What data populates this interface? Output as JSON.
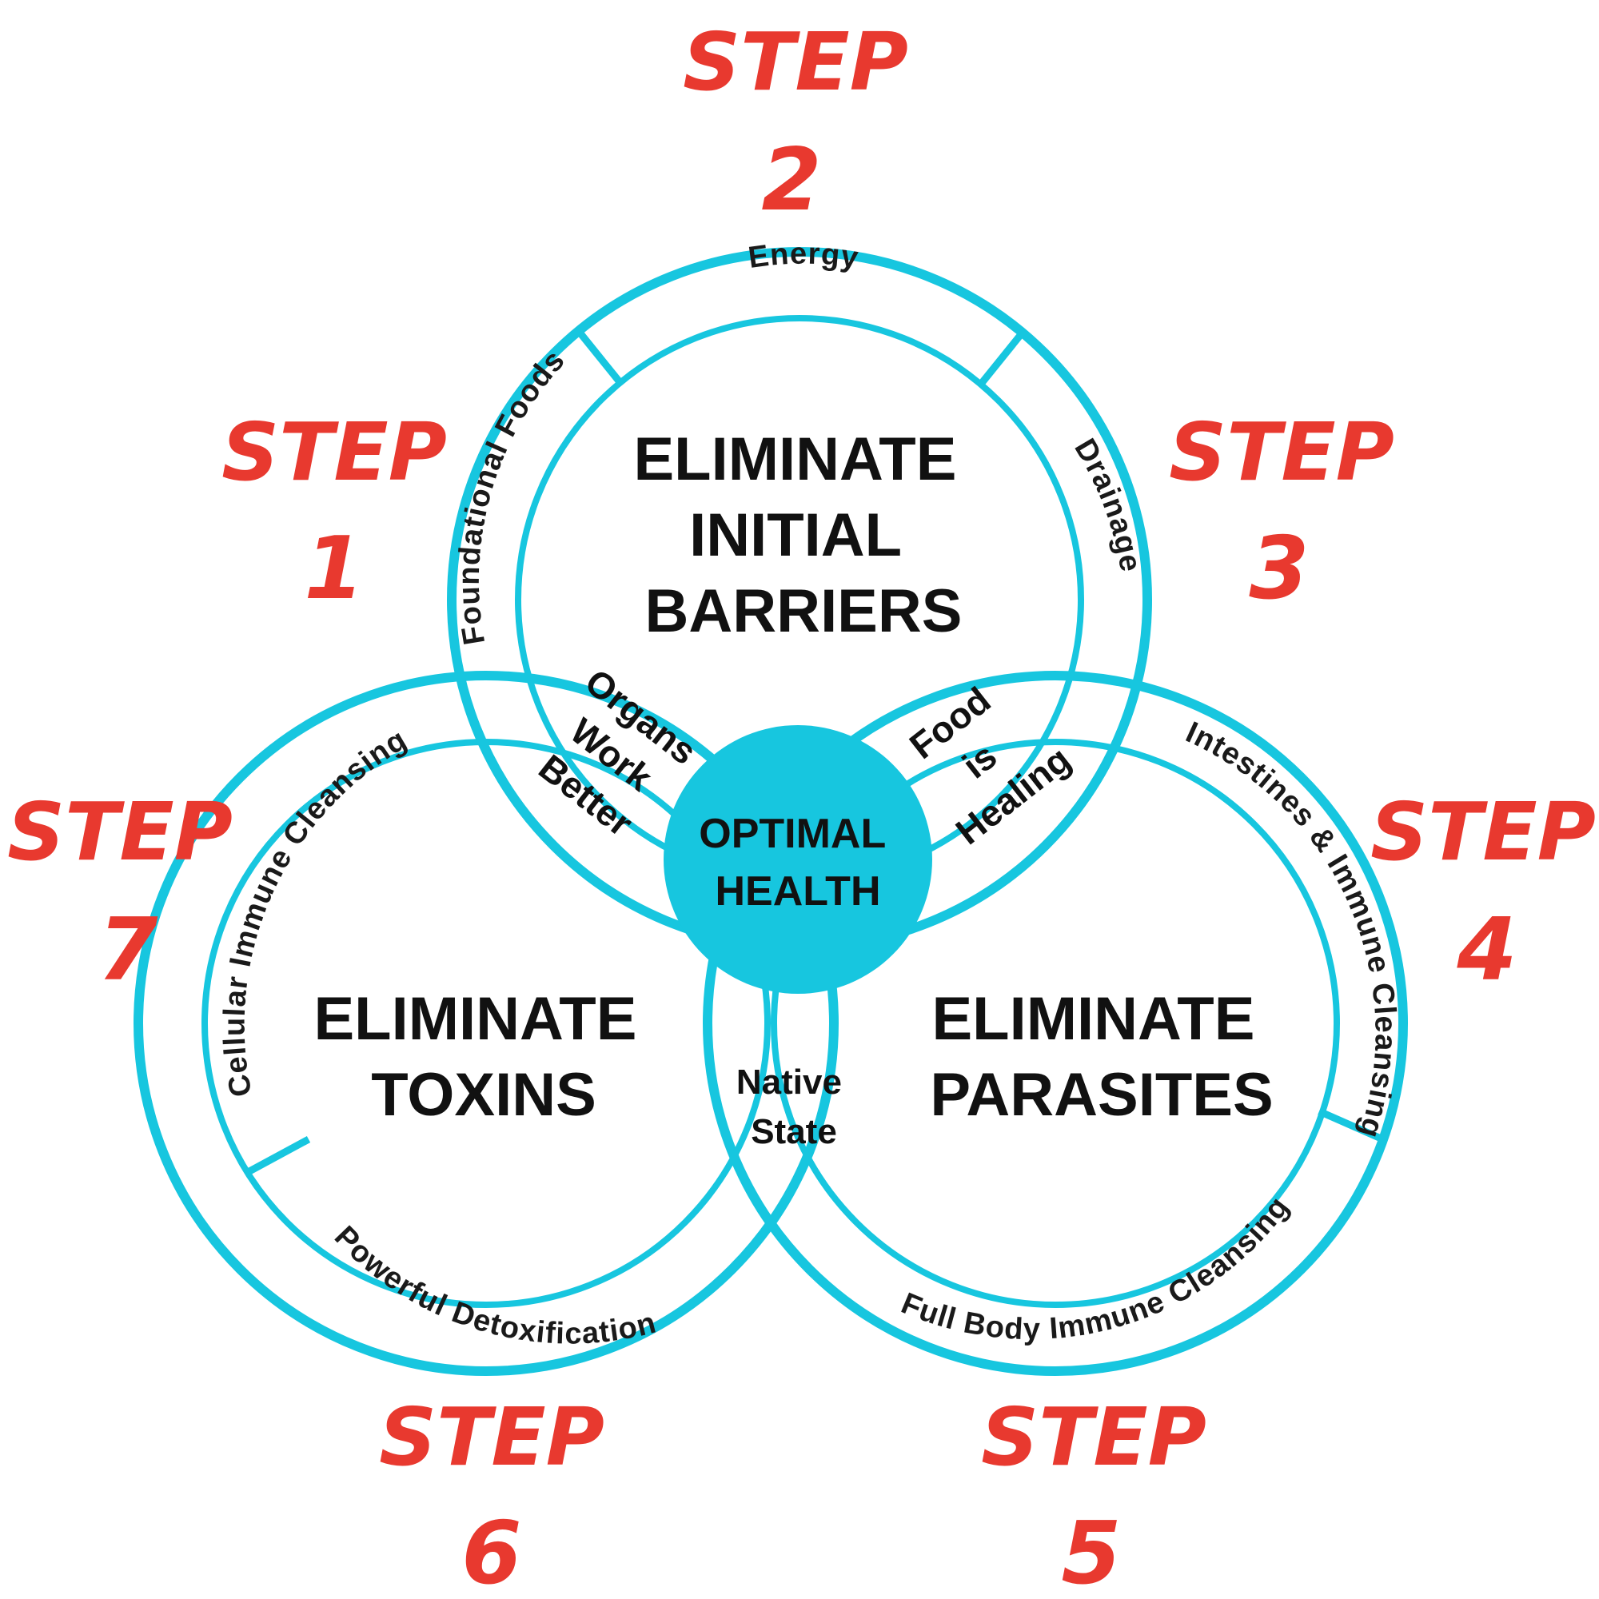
{
  "steps": {
    "s1": {
      "word": "STEP",
      "num": "1"
    },
    "s2": {
      "word": "STEP",
      "num": "2"
    },
    "s3": {
      "word": "STEP",
      "num": "3"
    },
    "s4": {
      "word": "STEP",
      "num": "4"
    },
    "s5": {
      "word": "STEP",
      "num": "5"
    },
    "s6": {
      "word": "STEP",
      "num": "6"
    },
    "s7": {
      "word": "STEP",
      "num": "7"
    }
  },
  "circles": {
    "top": {
      "line1": "ELIMINATE",
      "line2": "INITIAL",
      "line3": "BARRIERS"
    },
    "left": {
      "line1": "ELIMINATE",
      "line2": "TOXINS"
    },
    "right": {
      "line1": "ELIMINATE",
      "line2": "PARASITES"
    }
  },
  "center": {
    "line1": "OPTIMAL",
    "line2": "HEALTH"
  },
  "intersections": {
    "top_left": {
      "line1": "Organs",
      "line2": "Work",
      "line3": "Better"
    },
    "top_right": {
      "line1": "Food",
      "line2": "is",
      "line3": "Healing"
    },
    "bottom": {
      "line1": "Native",
      "line2": "State"
    }
  },
  "ring_labels": {
    "energy": "Energy",
    "foundational_foods": "Foundational Foods",
    "drainage": "Drainage",
    "intestines": "Intestines & Immune Cleansing",
    "full_body": "Full Body Immune Cleansing",
    "powerful_detox": "Powerful Detoxification",
    "cellular": "Cellular Immune Cleansing"
  },
  "colors": {
    "accent": "#17c6df",
    "step": "#e8392f",
    "text": "#111111"
  }
}
